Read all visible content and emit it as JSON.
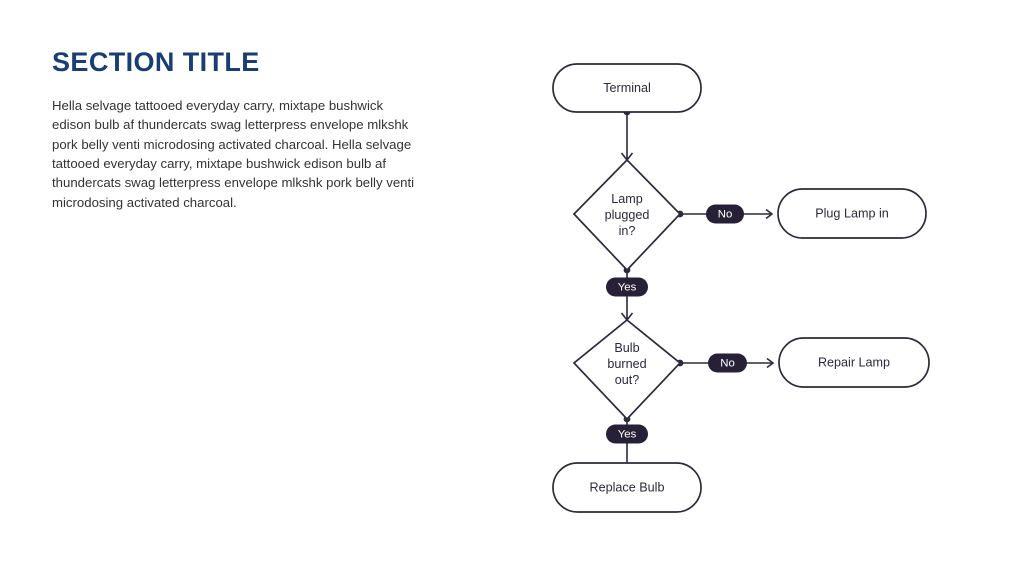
{
  "slide": {
    "background_color": "#ffffff"
  },
  "text_block": {
    "title": "Section Title",
    "title_color": "#1a3d72",
    "body": "Hella selvage tattooed everyday carry, mixtape bushwick edison bulb af thundercats swag letterpress envelope mlkshk pork belly venti microdosing activated charcoal. Hella selvage tattooed everyday carry, mixtape bushwick edison bulb af thundercats swag letterpress envelope mlkshk pork belly venti microdosing activated charcoal.",
    "body_color": "#333333"
  },
  "flowchart": {
    "stroke_color": "#2b2b3a",
    "node_fill": "#ffffff",
    "badge_color": "#272138",
    "badge_text_color": "#ffffff",
    "nodes": {
      "terminal": {
        "label": "Terminal",
        "shape": "rounded-rectangle"
      },
      "decision_1": {
        "label_lines": [
          "Lamp",
          "plugged",
          "in?"
        ],
        "shape": "diamond"
      },
      "plug_lamp": {
        "label": "Plug Lamp in",
        "shape": "rounded-rectangle"
      },
      "decision_2": {
        "label_lines": [
          "Bulb",
          "burned",
          "out?"
        ],
        "shape": "diamond"
      },
      "repair_lamp": {
        "label": "Repair Lamp",
        "shape": "rounded-rectangle"
      },
      "replace_bulb": {
        "label": "Replace Bulb",
        "shape": "rounded-rectangle"
      }
    },
    "edge_labels": {
      "decision_1_no": "No",
      "decision_1_yes": "Yes",
      "decision_2_no": "No",
      "decision_2_yes": "Yes"
    }
  }
}
